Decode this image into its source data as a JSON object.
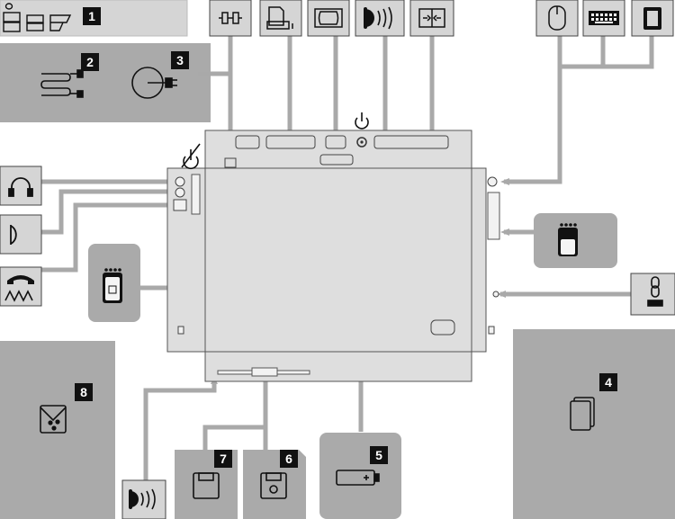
{
  "colors": {
    "background": "#ffffff",
    "panel_dark": "#aaaaaa",
    "panel_light": "#d5d5d5",
    "computer_body": "#dedede",
    "cable": "#a9a9a9",
    "outline": "#1a1a1a",
    "badge": "#111111",
    "badge_text": "#ffffff"
  },
  "callouts": {
    "n1": "1",
    "n2": "2",
    "n3": "3",
    "n4": "4",
    "n5": "5",
    "n6": "6",
    "n7": "7",
    "n8": "8"
  },
  "icons": [
    "docking-options-icon",
    "power-adapter-cable-icon",
    "ac-power-icon",
    "serial-port-icon",
    "printer-icon",
    "monitor-icon",
    "infrared-icon",
    "scsi-icon",
    "mouse-icon",
    "keyboard-icon",
    "numeric-keypad-icon",
    "headphone-icon",
    "microphone-icon",
    "telephone-line-icon",
    "pc-card-icon",
    "security-lock-icon",
    "power-icon",
    "power-switch-icon",
    "hard-disk-icon",
    "battery-pack-icon",
    "diskette-drive-icon",
    "infrared-port-icon",
    "pc-card-modem-icon"
  ]
}
